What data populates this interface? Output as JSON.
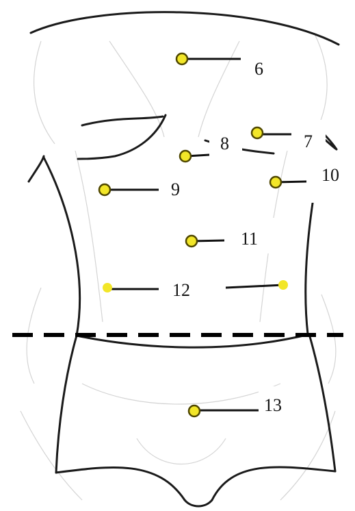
{
  "colors": {
    "outline": "#1a1a1a",
    "sketch": "#cfcfcf",
    "marker_fill": "#f2e628",
    "marker_stroke": "#5b5200",
    "leader": "#111111",
    "label_bg": "#ffffff",
    "background": "#ffffff"
  },
  "markers": [
    {
      "label": "6"
    },
    {
      "label": "7"
    },
    {
      "label": "8"
    },
    {
      "label": "9"
    },
    {
      "label": "10"
    },
    {
      "label": "11"
    },
    {
      "label": "12"
    },
    {
      "label": "13"
    }
  ],
  "waist_line": {
    "style": "dashed"
  }
}
